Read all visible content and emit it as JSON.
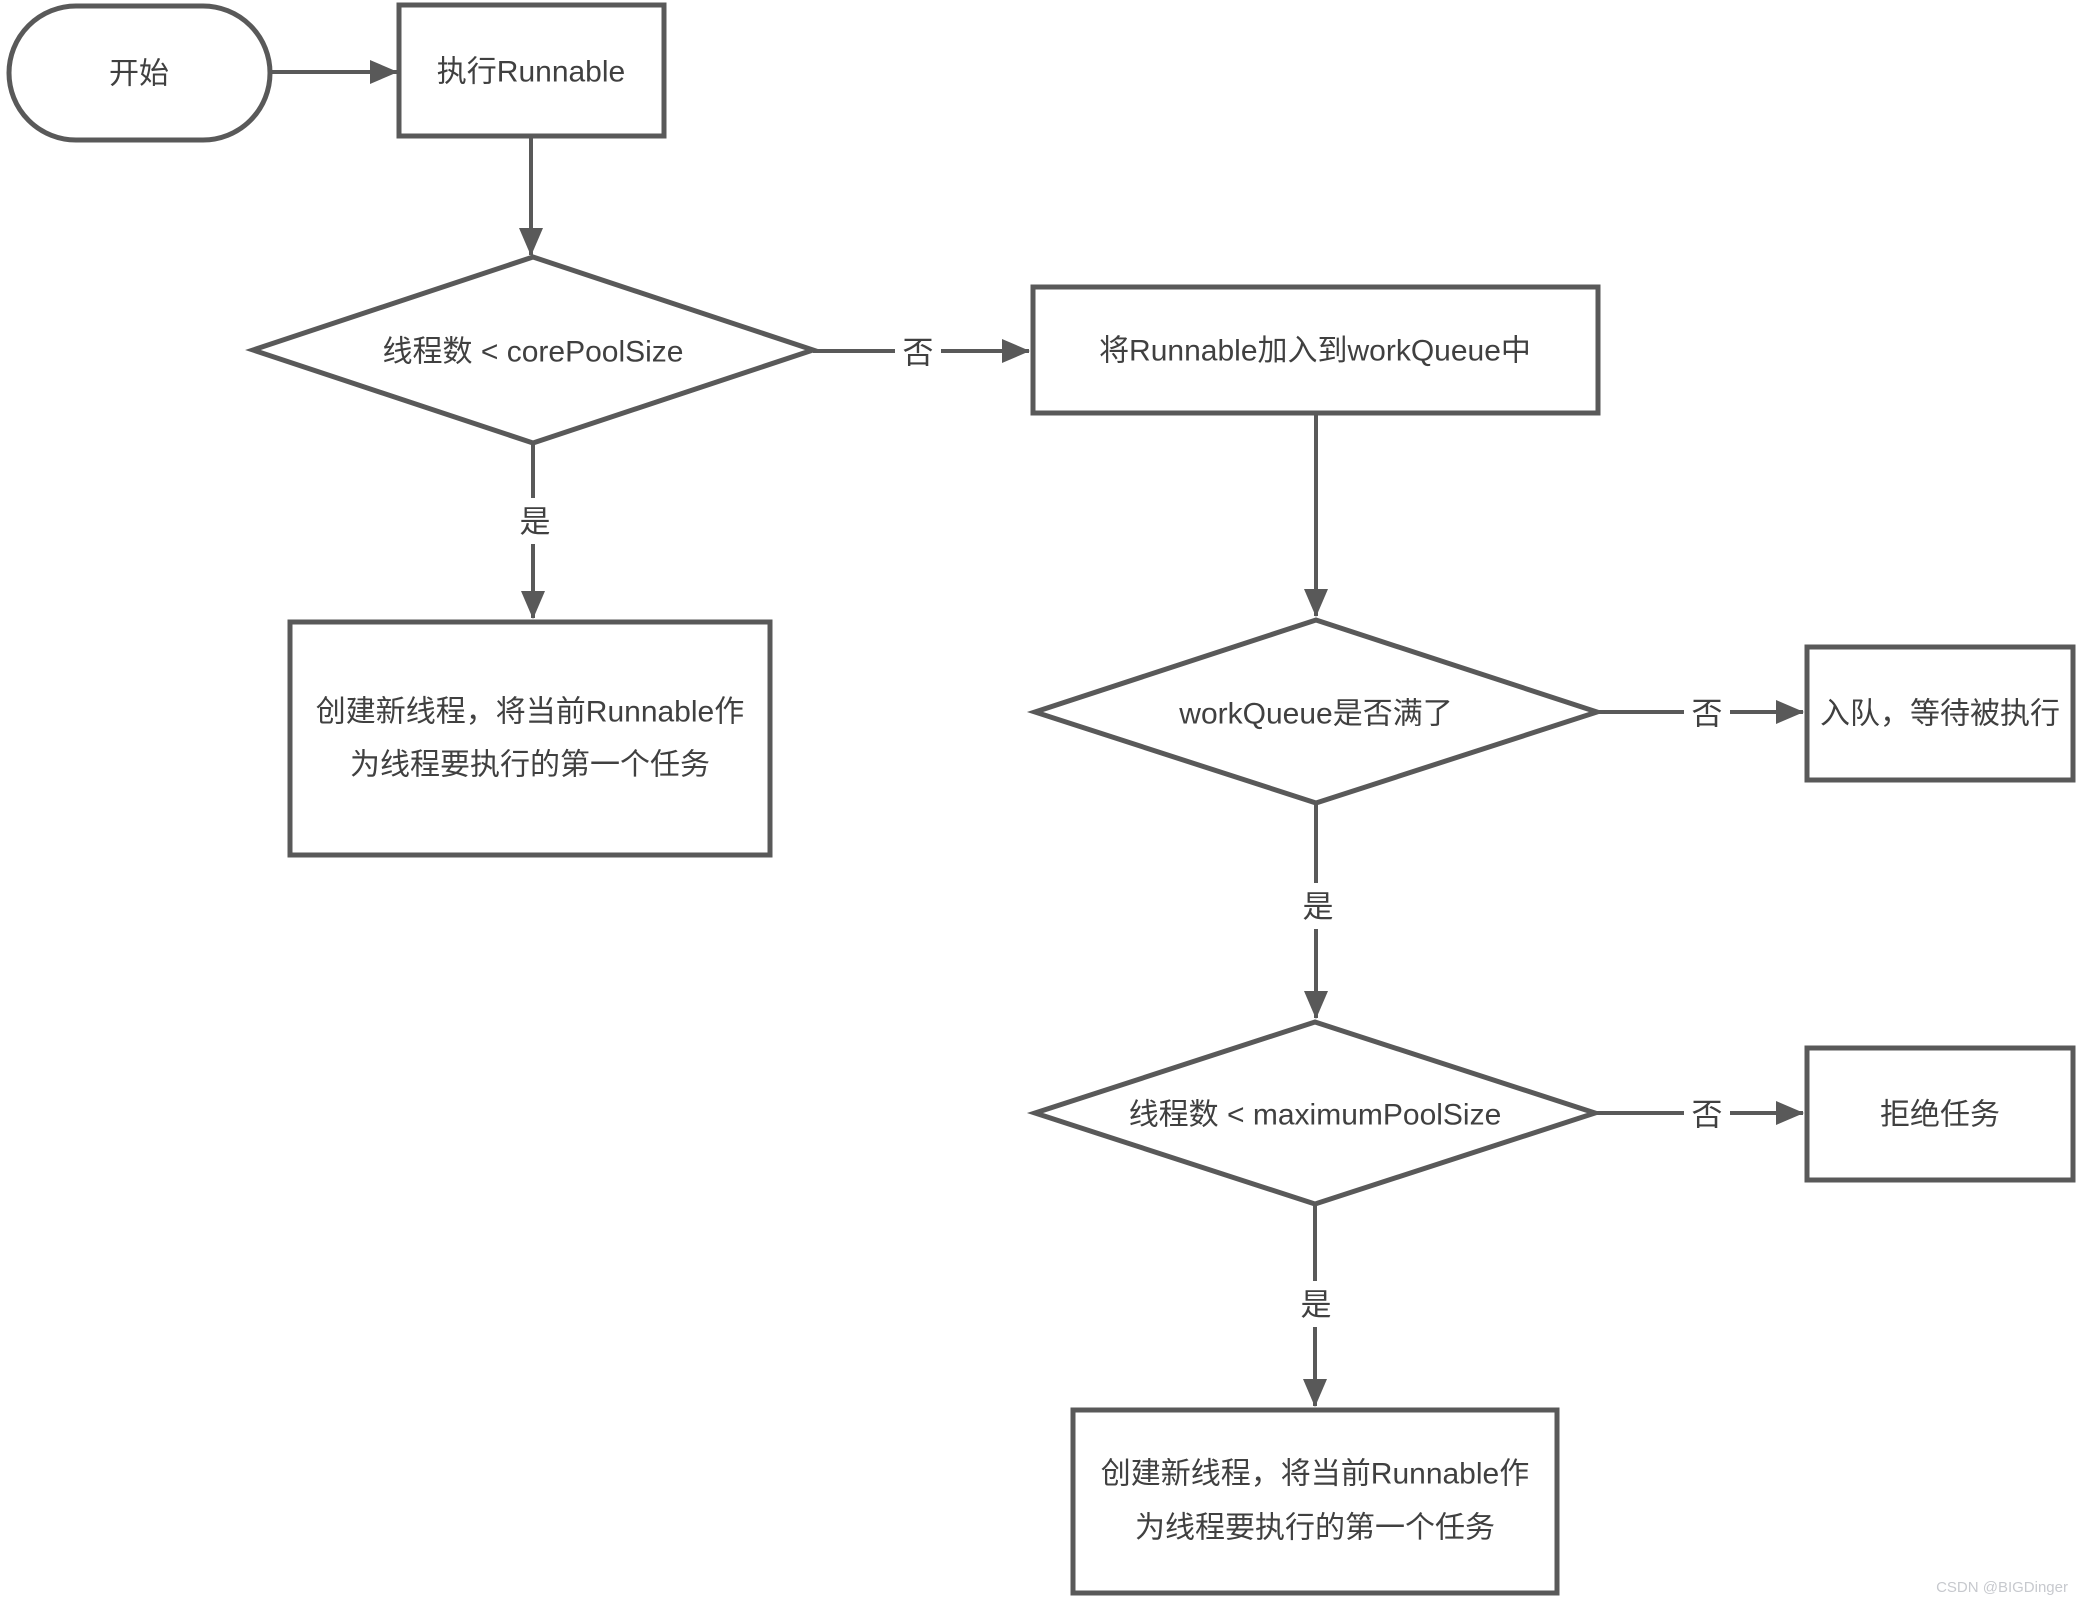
{
  "diagram": {
    "nodes": {
      "start": "开始",
      "run": "执行Runnable",
      "check_core": "线程数 < corePoolSize",
      "create_core": {
        "line1": "创建新线程，将当前Runnable作",
        "line2": "为线程要执行的第一个任务"
      },
      "add_queue": "将Runnable加入到workQueue中",
      "check_queue": "workQueue是否满了",
      "enqueue": "入队，等待被执行",
      "check_max": "线程数 < maximumPoolSize",
      "reject": "拒绝任务",
      "create_max": {
        "line1": "创建新线程，将当前Runnable作",
        "line2": "为线程要执行的第一个任务"
      }
    },
    "labels": {
      "yes": "是",
      "no": "否"
    },
    "colors": {
      "stroke": "#595959",
      "text": "#404040",
      "watermark": "#c7c9ce",
      "background": "#ffffff"
    }
  },
  "watermark": "CSDN @BIGDinger"
}
